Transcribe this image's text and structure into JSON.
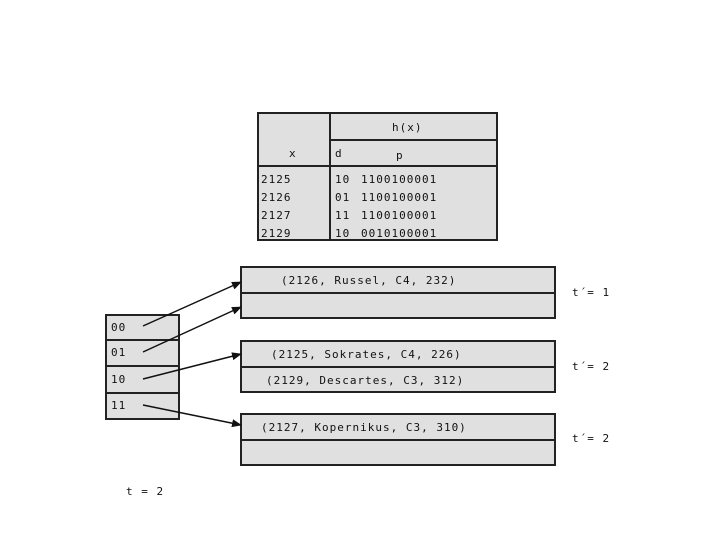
{
  "hash_table": {
    "header_group": "h(x)",
    "col_x": "x",
    "col_d": "d",
    "col_p": "p",
    "rows": [
      {
        "x": "2125",
        "d": "10",
        "p": "1100100001"
      },
      {
        "x": "2126",
        "d": "01",
        "p": "1100100001"
      },
      {
        "x": "2127",
        "d": "11",
        "p": "1100100001"
      },
      {
        "x": "2129",
        "d": "10",
        "p": "0010100001"
      }
    ]
  },
  "directory": {
    "entries": [
      "00",
      "01",
      "10",
      "11"
    ],
    "global_depth": "t = 2"
  },
  "buckets": [
    {
      "records": [
        "(2126, Russel, C4, 232)",
        ""
      ],
      "local_depth": "t´= 1"
    },
    {
      "records": [
        "(2125, Sokrates, C4, 226)",
        "(2129, Descartes, C3, 312)"
      ],
      "local_depth": "t´= 2"
    },
    {
      "records": [
        "(2127, Kopernikus, C3, 310)",
        ""
      ],
      "local_depth": "t´= 2"
    }
  ]
}
